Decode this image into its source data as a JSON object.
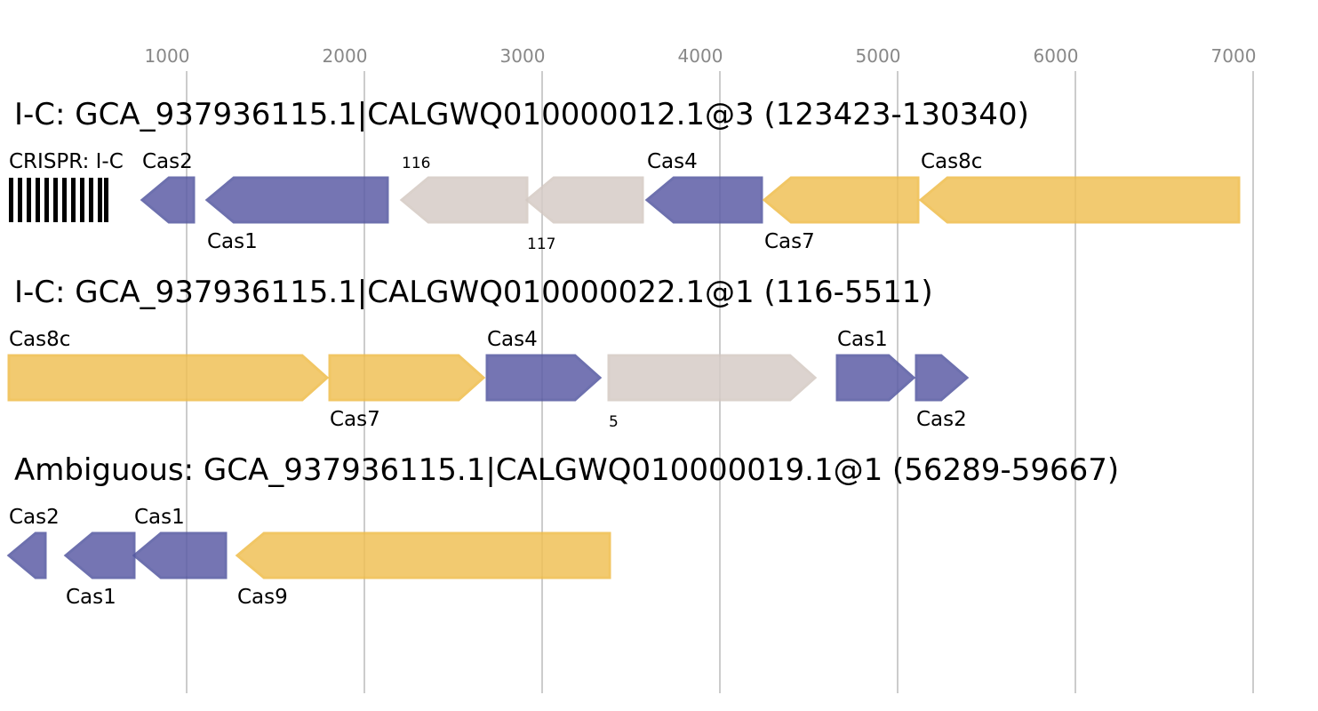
{
  "axis": {
    "ticks": [
      "1000",
      "2000",
      "3000",
      "4000",
      "5000",
      "6000",
      "7000"
    ]
  },
  "colors": {
    "blue_fill": "#5d5ea6",
    "blue_stroke": "#5458a0",
    "yellow_fill": "#f0c158",
    "yellow_stroke": "#efbd4a",
    "grey_fill": "#d6ccc7",
    "grey_stroke": "#d4c9c3",
    "crispr": "#000000"
  },
  "loci": [
    {
      "title": "I-C: GCA_937936115.1|CALGWQ010000012.1@3 (123423-130340)",
      "crispr_label": "CRISPR: I-C",
      "genes": [
        {
          "label": "Cas2",
          "color": "blue"
        },
        {
          "label": "Cas1",
          "color": "blue"
        },
        {
          "label": "116",
          "color": "grey"
        },
        {
          "label": "117",
          "color": "grey"
        },
        {
          "label": "Cas4",
          "color": "blue"
        },
        {
          "label": "Cas7",
          "color": "yellow"
        },
        {
          "label": "Cas8c",
          "color": "yellow"
        }
      ]
    },
    {
      "title": "I-C: GCA_937936115.1|CALGWQ010000022.1@1 (116-5511)",
      "genes": [
        {
          "label": "Cas8c",
          "color": "yellow"
        },
        {
          "label": "Cas7",
          "color": "yellow"
        },
        {
          "label": "Cas4",
          "color": "blue"
        },
        {
          "label": "5",
          "color": "grey"
        },
        {
          "label": "Cas1",
          "color": "blue"
        },
        {
          "label": "Cas2",
          "color": "blue"
        }
      ]
    },
    {
      "title": "Ambiguous: GCA_937936115.1|CALGWQ010000019.1@1 (56289-59667)",
      "genes": [
        {
          "label": "Cas2",
          "color": "blue"
        },
        {
          "label": "Cas1",
          "color": "blue"
        },
        {
          "label": "Cas1",
          "color": "blue"
        },
        {
          "label": "Cas9",
          "color": "yellow"
        }
      ]
    }
  ]
}
